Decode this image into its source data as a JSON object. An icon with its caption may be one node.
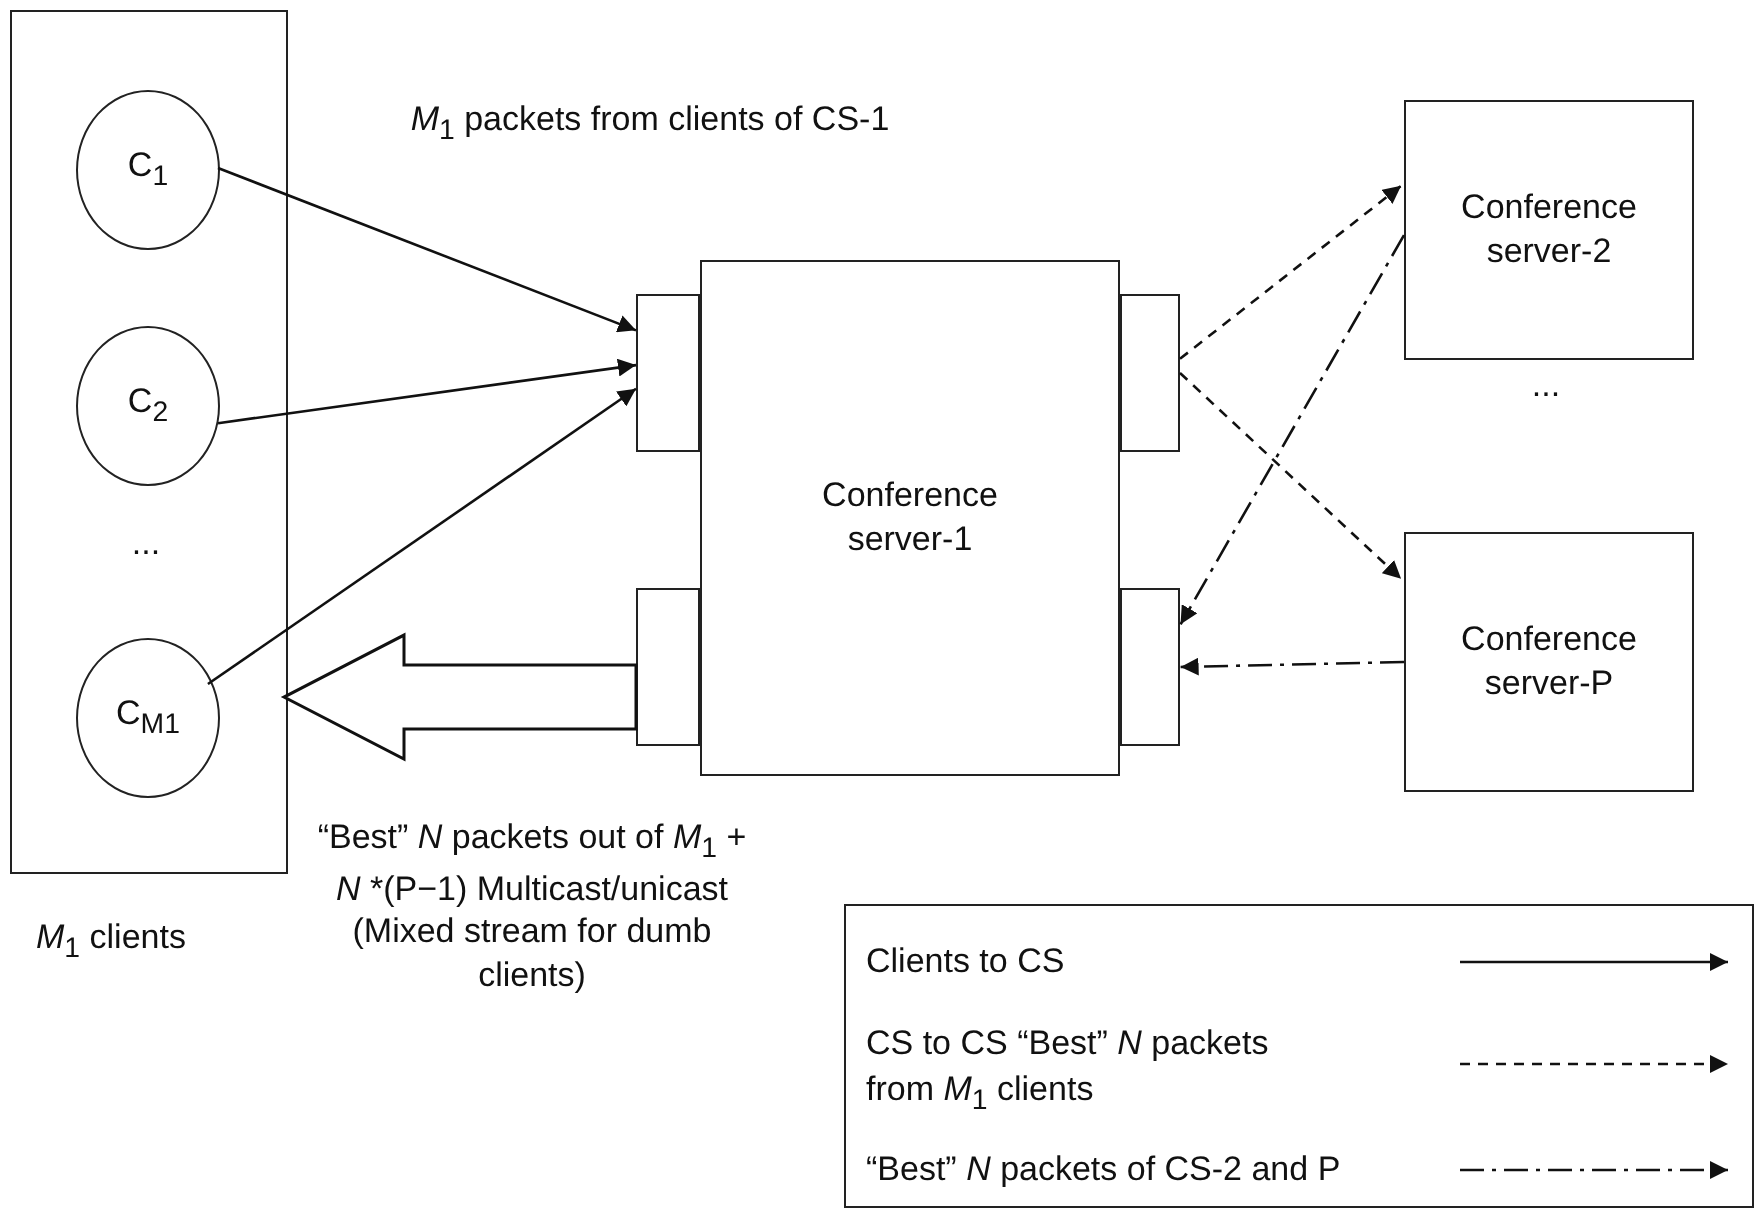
{
  "diagram": {
    "nodes": [
      {
        "text": [
          "*M*$_{1}$ clients"
        ]
      },
      {
        "text": [
          "C$_{1}$"
        ],
        "in": 0
      },
      {
        "text": [
          "C$_{2}$"
        ],
        "in": 0
      },
      {
        "text": [
          "C$_{M1}$"
        ],
        "in": 0
      },
      {
        "text": [
          "Conference server-1"
        ]
      },
      {
        "text": [],
        "shape": "box"
      },
      {
        "text": [],
        "shape": "box"
      },
      {
        "text": [],
        "shape": "box"
      },
      {
        "text": [],
        "shape": "box"
      },
      {
        "text": [
          "Conference server-2"
        ]
      },
      {
        "text": [
          "Conference server-P"
        ]
      }
    ],
    "edges": [
      {
        "from": 1,
        "to": 5,
        "arrow": "to"
      },
      {
        "from": 2,
        "to": 5,
        "arrow": "to"
      },
      {
        "from": 3,
        "to": 5,
        "arrow": "to"
      },
      {
        "from": 6,
        "to": 0,
        "arrow": "to",
        "style": "thick",
        "label": "“Best” *N* packets out of *M*$_{1}$ + *N* *(P−1) Multicast/unicast (Mixed stream for dumb clients)"
      },
      {
        "from": 7,
        "to": 9,
        "arrow": "to",
        "style": "dashed"
      },
      {
        "from": 7,
        "to": 10,
        "arrow": "to",
        "style": "dashed"
      },
      {
        "from": 9,
        "to": 8,
        "arrow": "to",
        "style": "dashed"
      },
      {
        "from": 10,
        "to": 8,
        "arrow": "to",
        "style": "dashed"
      }
    ],
    "labels": [
      "*M*$_{1}$ packets from clients of CS-1",
      "...",
      "..."
    ],
    "legend": [
      {
        "text": "Clients to CS"
      },
      {
        "text": "CS to CS “Best” *N* packets from *M*$_{1}$ clients"
      },
      {
        "text": "“Best” *N* packets of CS-2 and P"
      }
    ]
  }
}
